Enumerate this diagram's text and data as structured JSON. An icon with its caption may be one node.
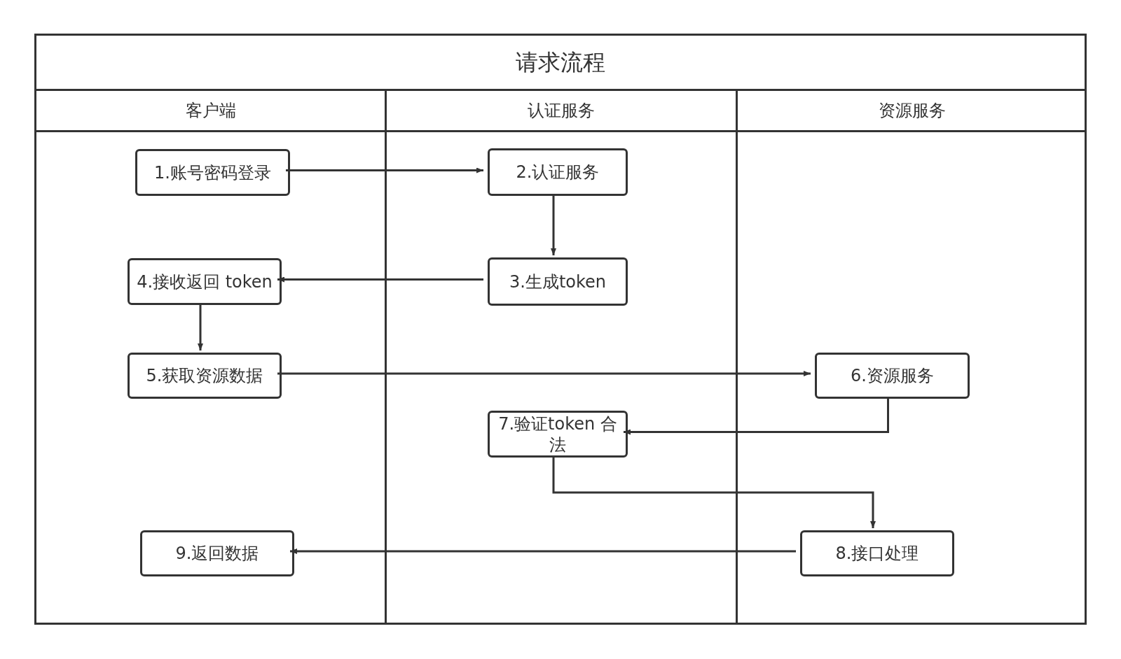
{
  "diagram": {
    "nodes": [
      {
        "text": [
          "请求流程"
        ]
      },
      {
        "text": [
          "客户端"
        ],
        "in": 0
      },
      {
        "text": [
          "认证服务"
        ],
        "in": 0
      },
      {
        "text": [
          "资源服务"
        ],
        "in": 0
      },
      {
        "text": [
          "1.账号密码登录"
        ],
        "in": 1
      },
      {
        "text": [
          "2.认证服务"
        ],
        "in": 2
      },
      {
        "text": [
          "3.生成token"
        ],
        "in": 2
      },
      {
        "text": [
          "4.接收返回 token"
        ],
        "in": 1
      },
      {
        "text": [
          "5.获取资源数据"
        ],
        "in": 1
      },
      {
        "text": [
          "6.资源服务"
        ],
        "in": 3
      },
      {
        "text": [
          "7.验证token 合法"
        ],
        "in": 2
      },
      {
        "text": [
          "8.接口处理"
        ],
        "in": 3
      },
      {
        "text": [
          "9.返回数据"
        ],
        "in": 1
      }
    ],
    "edges": [
      {
        "from": 4,
        "to": 5,
        "arrow": "to"
      },
      {
        "from": 5,
        "to": 6,
        "arrow": "to"
      },
      {
        "from": 6,
        "to": 7,
        "arrow": "to"
      },
      {
        "from": 7,
        "to": 8,
        "arrow": "to"
      },
      {
        "from": 8,
        "to": 9,
        "arrow": "to"
      },
      {
        "from": 9,
        "to": 10,
        "arrow": "to"
      },
      {
        "from": 10,
        "to": 11,
        "arrow": "to"
      },
      {
        "from": 11,
        "to": 12,
        "arrow": "to"
      }
    ]
  }
}
